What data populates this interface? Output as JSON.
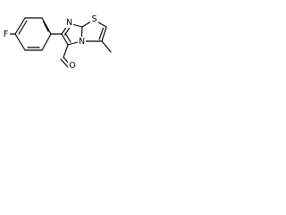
{
  "atoms": [
    {
      "id": "f",
      "label": "F",
      "color": "#000000"
    },
    {
      "id": "n7",
      "label": "N",
      "color": "#000000"
    },
    {
      "id": "n4",
      "label": "N",
      "color": "#000000"
    },
    {
      "id": "s1",
      "label": "S",
      "color": "#000000"
    },
    {
      "id": "o",
      "label": "O",
      "color": "#000000"
    }
  ]
}
